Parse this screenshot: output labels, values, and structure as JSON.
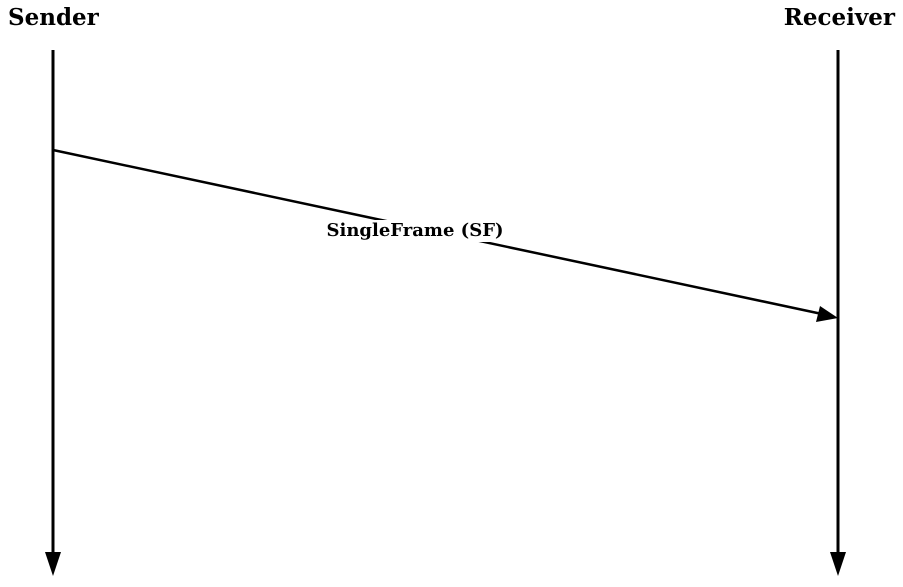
{
  "participants": {
    "sender": "Sender",
    "receiver": "Receiver"
  },
  "messages": [
    {
      "label": "SingleFrame (SF)",
      "from": "sender",
      "to": "receiver"
    }
  ]
}
